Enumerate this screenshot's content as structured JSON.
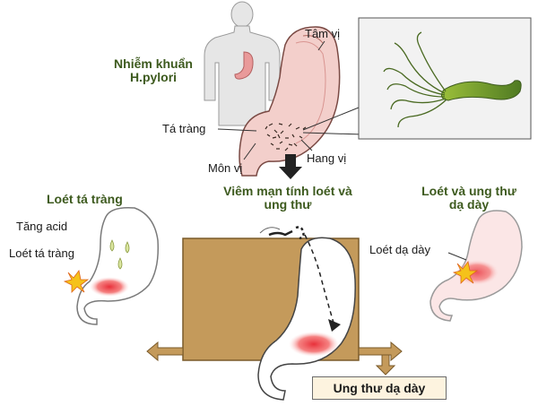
{
  "title": "Nhiễm khuẩn H.pylori",
  "labels": {
    "cardia": "Tâm vị",
    "duodenum": "Tá tràng",
    "pylorus": "Môn vị",
    "antrum": "Hang vị",
    "chronic": "Viêm mạn tính loét và ung thư"
  },
  "left": {
    "heading": "Loét tá tràng",
    "acid": "Tăng acid",
    "ulcer": "Loét tá tràng"
  },
  "right": {
    "heading": "Loét và ung thư dạ dày",
    "ulcer": "Loét dạ dày"
  },
  "bottom": {
    "cancer": "Ung thư dạ dày"
  },
  "colors": {
    "header_green": "#3d5a1e",
    "stomach_pink": "#f1c4c0",
    "inflammation_red": "#e03b3b",
    "tissue_brown": "#c49a5b",
    "bacterium_green": "#7a9a2e"
  }
}
